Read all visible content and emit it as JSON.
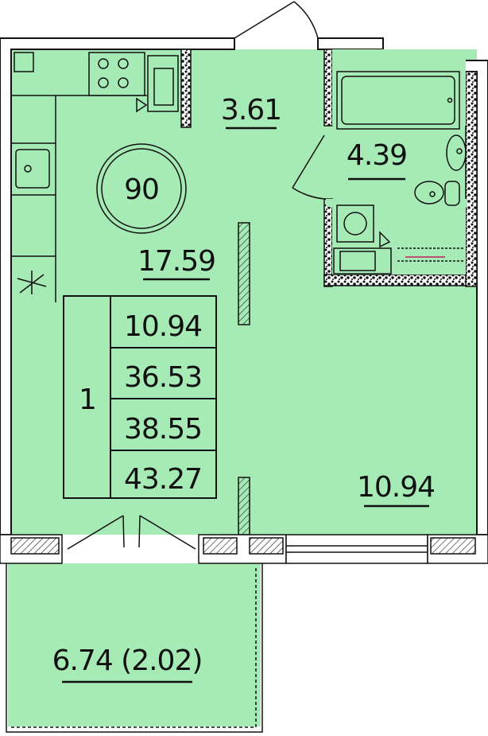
{
  "plan": {
    "room_count": "1",
    "summary_areas": [
      "10.94",
      "36.53",
      "38.55",
      "43.27"
    ],
    "kitchen_area": "17.59",
    "hall_area": "3.61",
    "bathroom_area": "4.39",
    "room_area": "10.94",
    "balcony_area": "6.74 (2.02)",
    "table_diameter": "90"
  },
  "colors": {
    "floor_fill": "#a6ebb6",
    "wall": "#ffffff",
    "line": "#111111"
  }
}
